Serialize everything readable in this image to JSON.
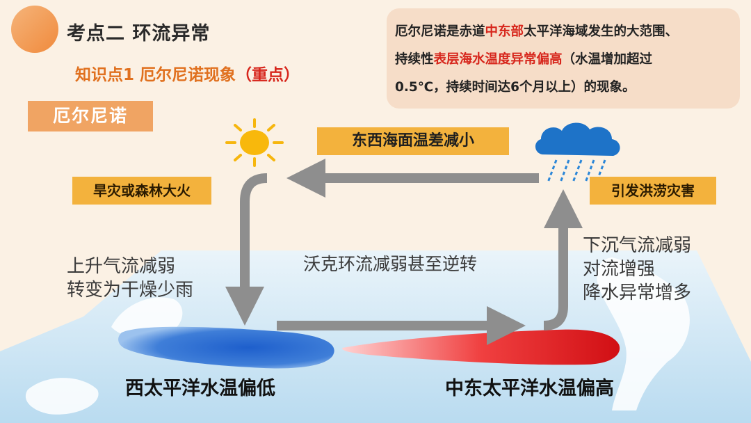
{
  "header": {
    "title": "考点二  环流异常",
    "subtitle_main": "知识点1 厄尔尼诺现象",
    "subtitle_tag": "（重点）"
  },
  "tag": {
    "label": "厄尔尼诺"
  },
  "definition": {
    "line1": [
      "厄尔尼诺是赤道",
      "中东部",
      "太平洋海域发生的大范围、"
    ],
    "line2": [
      "持续性",
      "表层海水温度异常偏高",
      "（水温增加超过"
    ],
    "line3": "0.5℃，持续时间达6个月以上）的现象。"
  },
  "diagram": {
    "top_label": "东西海面温差减小",
    "left_label": "旱灾或森林大火",
    "right_label": "引发洪涝灾害",
    "left_text": [
      "上升气流减弱",
      "转变为干燥少雨"
    ],
    "right_text": [
      "下沉气流减弱",
      "对流增强",
      "降水异常增多"
    ],
    "middle_text": "沃克环流减弱甚至逆转",
    "west_label": "西太平洋水温偏低",
    "east_label": "中东太平洋水温偏高",
    "colors": {
      "arrow": "#8e8e8e",
      "cold_water": "#2f6fd0",
      "warm_water": "#e3161b",
      "map_ocean": "#cfe6f4",
      "label_box": "#f3b23d",
      "accent_red": "#d7261c"
    },
    "icons": [
      "sun-icon",
      "rain-cloud-icon"
    ]
  }
}
